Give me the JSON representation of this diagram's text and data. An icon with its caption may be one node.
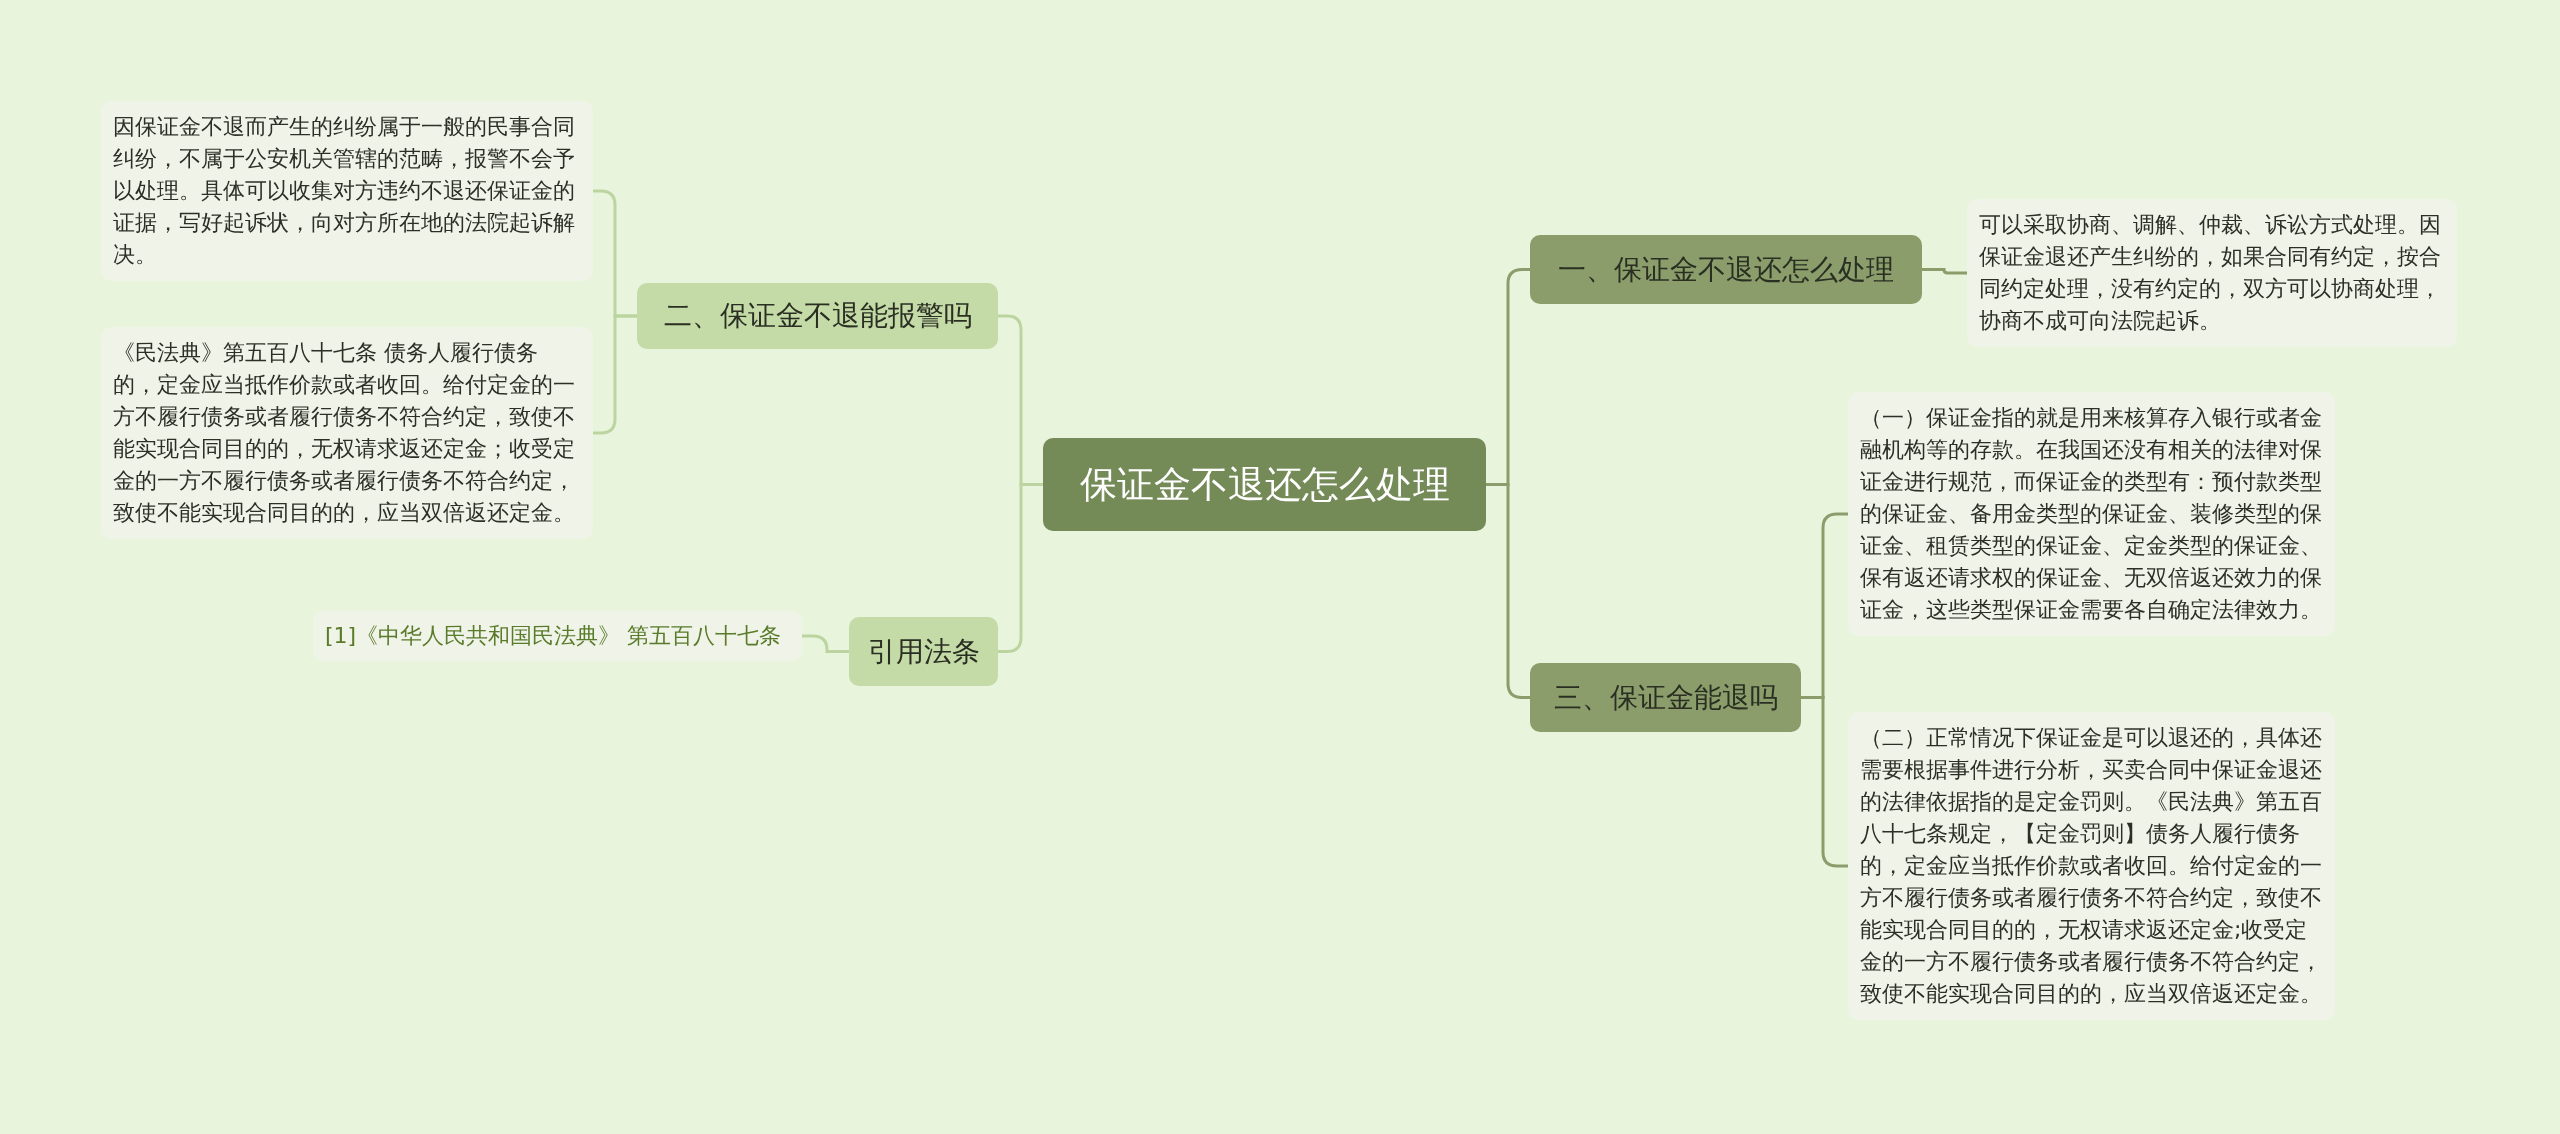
{
  "diagram": {
    "nodes": [
      {
        "text": [
          "保证金不退还怎么处理"
        ]
      },
      {
        "text": [
          "一、保证金不退还怎么处理"
        ]
      },
      {
        "text": [
          "可以采取协商、调解、仲裁、诉讼方式处理。因保证金退还产生纠纷的，如果合同有约定，按合同约定处理，没有约定的，双方可以协商处理，协商不成可向法院起诉。"
        ]
      },
      {
        "text": [
          "三、保证金能退吗"
        ]
      },
      {
        "text": [
          "（一）保证金指的就是用来核算存入银行或者金融机构等的存款。在我国还没有相关的法律对保证金进行规范，而保证金的类型有：预付款类型的保证金、备用金类型的保证金、装修类型的保证金、租赁类型的保证金、定金类型的保证金、保有返还请求权的保证金、无双倍返还效力的保证金，这些类型保证金需要各自确定法律效力。"
        ]
      },
      {
        "text": [
          "（二）正常情况下保证金是可以退还的，具体还需要根据事件进行分析，买卖合同中保证金退还的法律依据指的是定金罚则。《民法典》第五百八十七条规定，【定金罚则】债务人履行债务的，定金应当抵作价款或者收回。给付定金的一方不履行债务或者履行债务不符合约定，致使不能实现合同目的的，无权请求返还定金;收受定金的一方不履行债务或者履行债务不符合约定，致使不能实现合同目的的，应当双倍返还定金。"
        ]
      },
      {
        "text": [
          "二、保证金不退能报警吗"
        ]
      },
      {
        "text": [
          "因保证金不退而产生的纠纷属于一般的民事合同纠纷，不属于公安机关管辖的范畴，报警不会予以处理。具体可以收集对方违约不退还保证金的证据，写好起诉状，向对方所在地的法院起诉解决。"
        ]
      },
      {
        "text": [
          "《民法典》第五百八十七条 债务人履行债务的，定金应当抵作价款或者收回。给付定金的一方不履行债务或者履行债务不符合约定，致使不能实现合同目的的，无权请求返还定金；收受定金的一方不履行债务或者履行债务不符合约定，致使不能实现合同目的的，应当双倍返还定金。"
        ]
      },
      {
        "text": [
          "引用法条"
        ]
      },
      {
        "text": [
          "[1]《中华人民共和国民法典》 第五百八十七条"
        ]
      }
    ],
    "edges": [
      {
        "from": 0,
        "to": 1,
        "arrow": "none"
      },
      {
        "from": 1,
        "to": 2,
        "arrow": "none"
      },
      {
        "from": 0,
        "to": 3,
        "arrow": "none"
      },
      {
        "from": 3,
        "to": 4,
        "arrow": "none"
      },
      {
        "from": 3,
        "to": 5,
        "arrow": "none"
      },
      {
        "from": 0,
        "to": 6,
        "arrow": "none",
        "color": "#bcd5a0"
      },
      {
        "from": 6,
        "to": 7,
        "arrow": "none",
        "color": "#bcd5a0"
      },
      {
        "from": 6,
        "to": 8,
        "arrow": "none",
        "color": "#bcd5a0"
      },
      {
        "from": 0,
        "to": 9,
        "arrow": "none",
        "color": "#bcd5a0"
      },
      {
        "from": 9,
        "to": 10,
        "arrow": "none",
        "color": "#bcd5a0"
      }
    ]
  }
}
